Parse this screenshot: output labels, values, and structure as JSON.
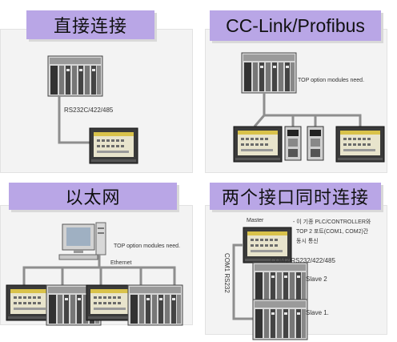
{
  "panels": {
    "direct": {
      "title": "直接连接",
      "port_label": "RS232C/422/485"
    },
    "cclink": {
      "title": "CC-Link/Profibus",
      "note": "TOP option modules need."
    },
    "ethernet": {
      "title": "以太网",
      "note": "TOP option modules need.",
      "network_label": "Ethernet"
    },
    "dual": {
      "title": "两个接口同时连接",
      "master_label": "Master",
      "note_lines": [
        "- 이 기종 PLC/CONTROLLER와",
        "TOP 2 포트(COM1, COM2)간",
        "동시 통신"
      ],
      "com1_label": "COM1 RS232",
      "com2_label": "COM2  RS232/422/485",
      "slave2_label": "Slave 2",
      "slave1_label": "Slave 1."
    }
  }
}
